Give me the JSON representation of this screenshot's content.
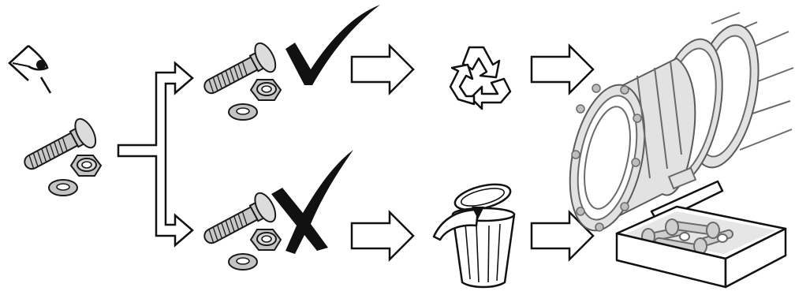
{
  "figure": {
    "palette": {
      "ink": "#111111",
      "metal": "#c4c4c4",
      "part_grey": "#6a6a6a",
      "background": "#ffffff"
    },
    "icons": [
      "eye-icon",
      "bolt-nut-washer-set",
      "split-arrow",
      "check-mark-icon",
      "cross-mark-icon",
      "recycle-icon",
      "trash-can-icon",
      "pipe-coupling-assembly",
      "parts-box"
    ]
  }
}
